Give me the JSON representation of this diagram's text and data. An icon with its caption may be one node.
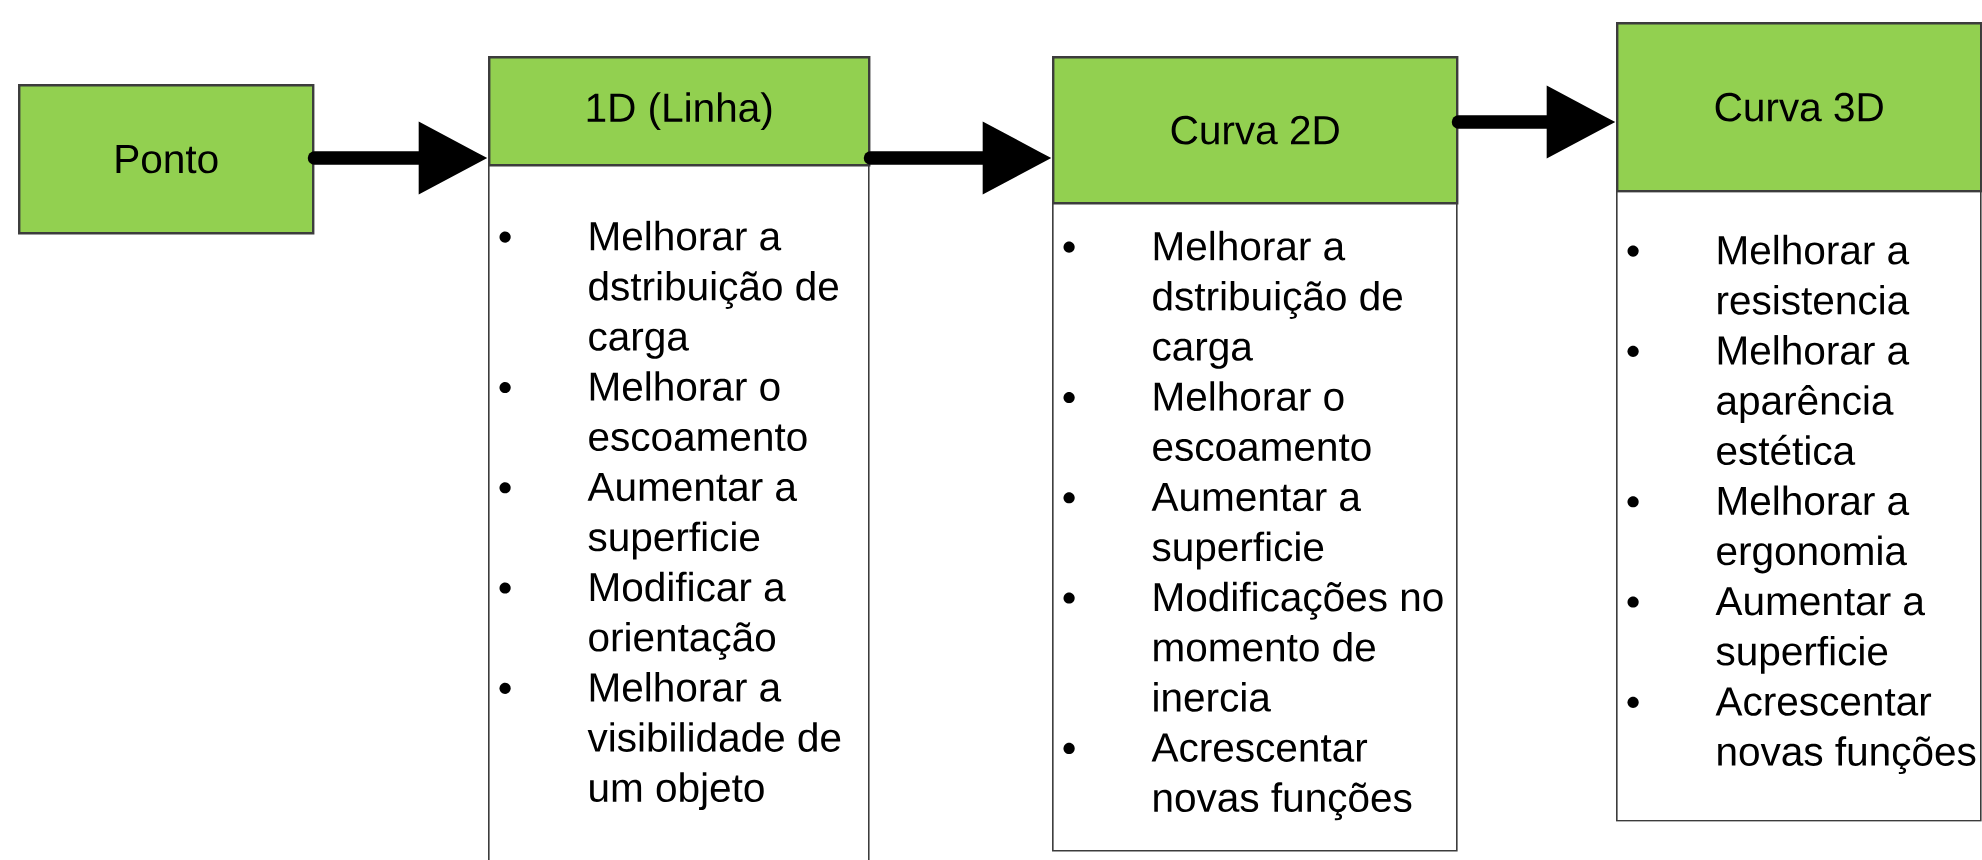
{
  "diagram": {
    "nodes": [
      {
        "text": [
          "Ponto"
        ]
      },
      {
        "text": [
          "1D (Linha)"
        ]
      },
      {
        "text": [
          "Melhorar a dstribuição de carga",
          "Melhorar o escoamento",
          "Aumentar a superficie",
          "Modificar a orientação",
          "Melhorar a visibilidade de um objeto"
        ]
      },
      {
        "text": [
          "Curva 2D"
        ]
      },
      {
        "text": [
          "Melhorar a dstribuição de carga",
          "Melhorar o escoamento",
          "Aumentar a superficie",
          "Modificações no momento de inercia",
          "Acrescentar novas funções"
        ]
      },
      {
        "text": [
          "Curva 3D"
        ]
      },
      {
        "text": [
          "Melhorar a resistencia",
          "Melhorar a aparência estética",
          "Melhorar a ergonomia",
          "Aumentar a superficie",
          "Acrescentar novas funções"
        ]
      }
    ],
    "edges": [
      {
        "from": 0,
        "to": 1,
        "arrow": "to"
      },
      {
        "from": 1,
        "to": 3,
        "arrow": "to"
      },
      {
        "from": 3,
        "to": 5,
        "arrow": "to"
      }
    ]
  }
}
